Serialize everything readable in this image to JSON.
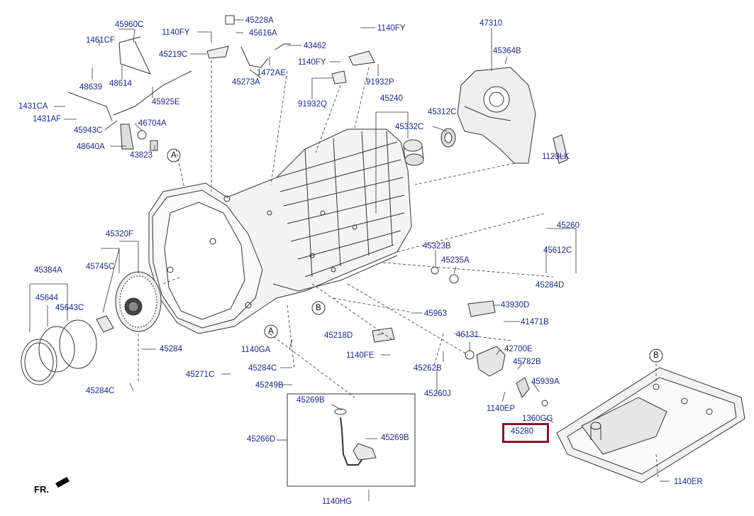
{
  "diagram": {
    "highlight_color": "#8c0f2a",
    "label_color": "#1a2a8c",
    "highlighted_part": "45280",
    "parts": [
      "45960C",
      "1461CF",
      "1140FY",
      "45228A",
      "45616A",
      "45219C",
      "43462",
      "1140FY",
      "48639",
      "48614",
      "45273A",
      "1472AE",
      "1140FY",
      "91932P",
      "91932Q",
      "45925E",
      "1431CA",
      "1431AF",
      "45943C",
      "46704A",
      "48640A",
      "43823",
      "A",
      "47310",
      "45364B",
      "45240",
      "45312C",
      "45332C",
      "1123LK",
      "45320F",
      "45384A",
      "45745C",
      "45644",
      "45643C",
      "45284",
      "45284C",
      "45271C",
      "45284C",
      "45249B",
      "1140GA",
      "A",
      "B",
      "45218D",
      "1140FE",
      "45323B",
      "45235A",
      "45963",
      "43930D",
      "41471B",
      "45260",
      "45612C",
      "45284D",
      "46131",
      "42700E",
      "45782B",
      "45262B",
      "45260J",
      "45939A",
      "1140EP",
      "1360GG",
      "45280",
      "B",
      "45269B",
      "45266D",
      "45269B",
      "1140HG",
      "1140ER"
    ],
    "orientation_label": "FR.",
    "callout_letters": [
      "A",
      "A",
      "B",
      "B"
    ]
  }
}
